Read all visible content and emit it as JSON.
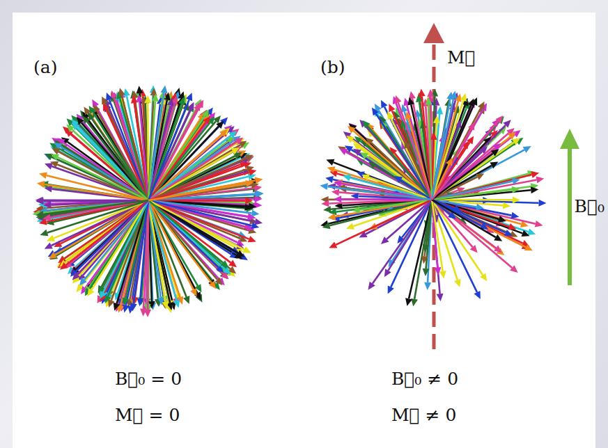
{
  "diagram": {
    "labels": [
      "(a)",
      "(b)",
      "M⃗",
      "B⃗₀",
      "B⃗₀ = 0",
      "M⃗ = 0",
      "B⃗₀ ≠ 0",
      "M⃗ ≠ 0"
    ]
  }
}
